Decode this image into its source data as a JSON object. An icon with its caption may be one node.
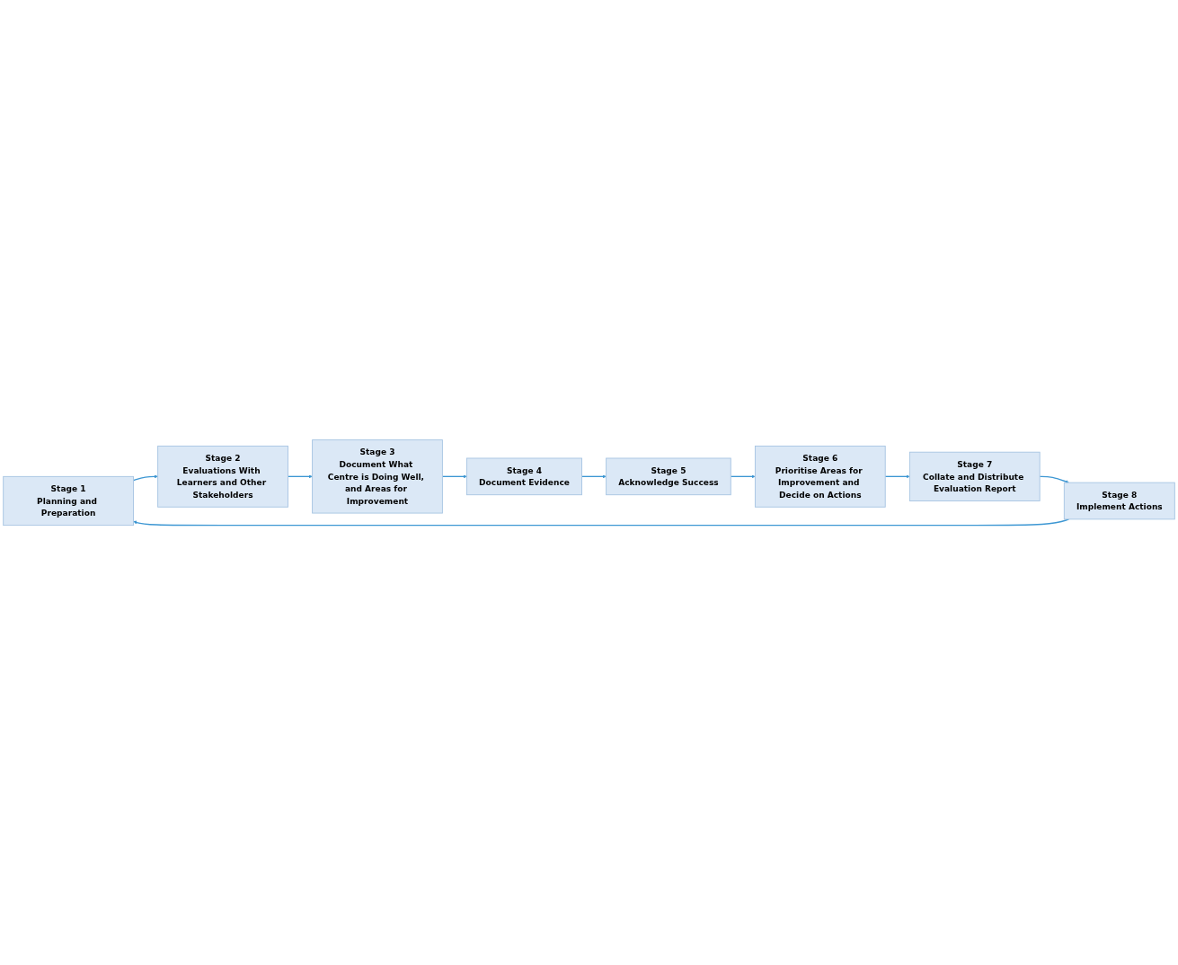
{
  "diagram": {
    "nodes": [
      {
        "text": [
          "Stage 1",
          "Planning and Preparation"
        ]
      },
      {
        "text": [
          "Stage 2",
          "Evaluations With Learners and Other Stakeholders"
        ]
      },
      {
        "text": [
          "Stage 3",
          "Document What Centre is Doing Well, and Areas for Improvement"
        ]
      },
      {
        "text": [
          "Stage 4",
          "Document Evidence"
        ]
      },
      {
        "text": [
          "Stage 5",
          "Acknowledge Success"
        ]
      },
      {
        "text": [
          "Stage 6",
          "Prioritise Areas for Improvement and Decide on Actions"
        ]
      },
      {
        "text": [
          "Stage 7",
          "Collate and Distribute Evaluation Report"
        ]
      },
      {
        "text": [
          "Stage 8",
          "Implement Actions"
        ]
      }
    ],
    "edges": [
      {
        "from": 0,
        "to": 1,
        "arrow": "to"
      },
      {
        "from": 1,
        "to": 2,
        "arrow": "to"
      },
      {
        "from": 2,
        "to": 3,
        "arrow": "to"
      },
      {
        "from": 3,
        "to": 4,
        "arrow": "to"
      },
      {
        "from": 4,
        "to": 5,
        "arrow": "to"
      },
      {
        "from": 5,
        "to": 6,
        "arrow": "to"
      },
      {
        "from": 6,
        "to": 7,
        "arrow": "to"
      },
      {
        "from": 7,
        "to": 0,
        "arrow": "to"
      }
    ]
  }
}
